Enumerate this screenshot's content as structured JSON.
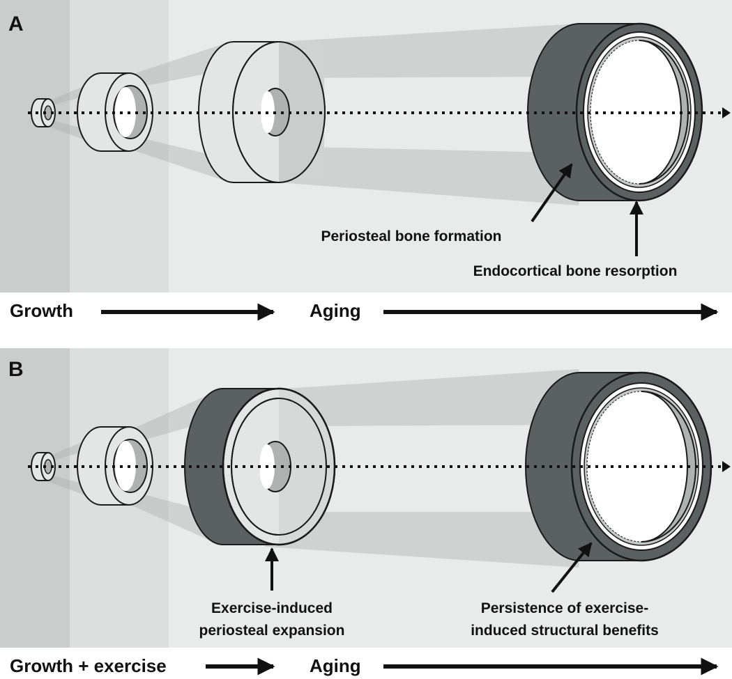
{
  "panels": [
    {
      "letter": "A",
      "callouts": {
        "periosteal": [
          "Periosteal bone formation"
        ],
        "endocortical": [
          "Endocortical bone resorption"
        ]
      },
      "stages": {
        "growth": "Growth",
        "aging": "Aging"
      }
    },
    {
      "letter": "B",
      "callouts": {
        "exercise": [
          "Exercise-induced",
          "periosteal expansion"
        ],
        "persistence": [
          "Persistence of exercise-",
          "induced structural benefits"
        ]
      },
      "stages": {
        "growth": "Growth + exercise",
        "aging": "Aging"
      }
    }
  ],
  "colors": {
    "panel_bg": "#e9ebea",
    "band_dark": "#c9cdcc",
    "band_mid": "#dcdfde",
    "cylinder_light": "#e3e6e5",
    "cylinder_dark": "#5b6160",
    "inner_light": "#aeb3b2",
    "stroke": "#1a1a1a"
  }
}
